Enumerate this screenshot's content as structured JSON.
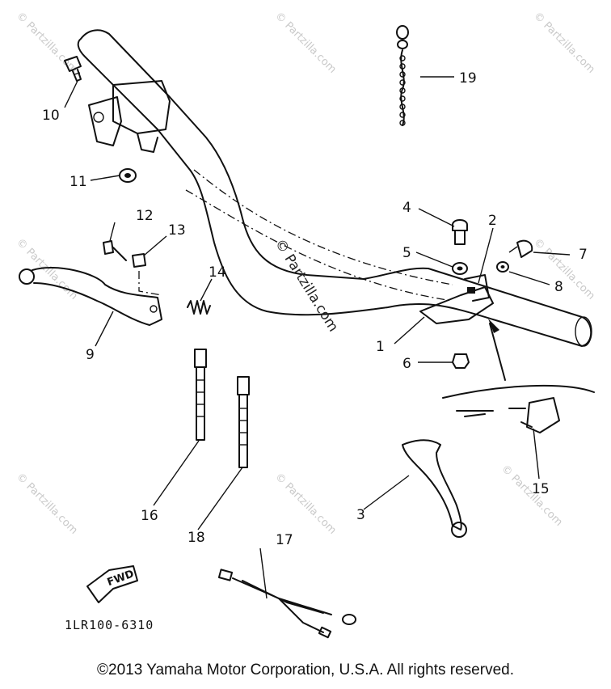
{
  "diagram": {
    "callouts": {
      "c1": "1",
      "c2": "2",
      "c3": "3",
      "c4": "4",
      "c5": "5",
      "c6": "6",
      "c7": "7",
      "c8": "8",
      "c9": "9",
      "c10": "10",
      "c11": "11",
      "c12": "12",
      "c13": "13",
      "c14": "14",
      "c15": "15",
      "c16": "16",
      "c17": "17",
      "c18": "18",
      "c19": "19"
    },
    "fwd_label": "FWD",
    "part_code": "1LR100-6310",
    "watermark_text": "© Partzilla.com",
    "center_watermark": "© Partzilla.com"
  },
  "footer": {
    "copyright": "©2013  Yamaha Motor Corporation, U.S.A. All rights reserved."
  }
}
